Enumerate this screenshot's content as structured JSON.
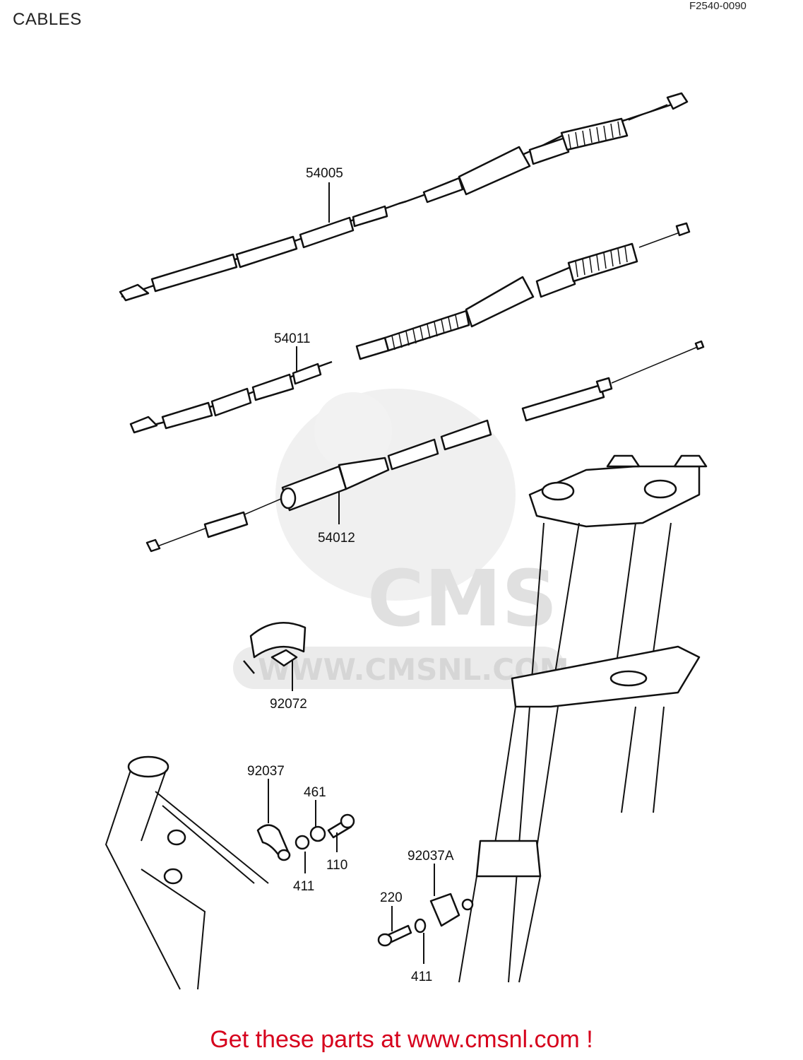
{
  "title": "CABLES",
  "diagram_code": "F2540-0090",
  "watermark": {
    "brand": "CMS",
    "url": "WWW.CMSNL.COM"
  },
  "callouts": [
    {
      "id": "c-54005",
      "text": "54005"
    },
    {
      "id": "c-54011",
      "text": "54011"
    },
    {
      "id": "c-54012",
      "text": "54012"
    },
    {
      "id": "c-92072",
      "text": "92072"
    },
    {
      "id": "c-92037",
      "text": "92037"
    },
    {
      "id": "c-461",
      "text": "461"
    },
    {
      "id": "c-110",
      "text": "110"
    },
    {
      "id": "c-411a",
      "text": "411"
    },
    {
      "id": "c-92037A",
      "text": "92037A"
    },
    {
      "id": "c-220",
      "text": "220"
    },
    {
      "id": "c-411b",
      "text": "411"
    }
  ],
  "footer": {
    "cta": "Get these parts at www.cmsnl.com !",
    "color": "#d6001c"
  }
}
